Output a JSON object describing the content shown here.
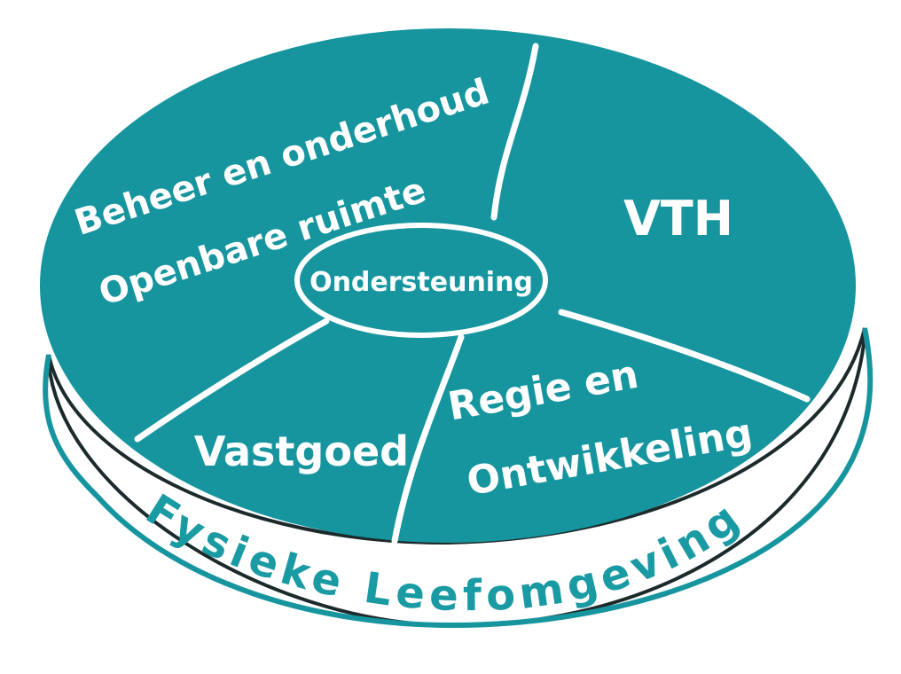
{
  "colors": {
    "teal": "#17959F",
    "white": "#ffffff",
    "outline": "#1c2a2b"
  },
  "diagram": {
    "center_label": "Ondersteuning",
    "segments": [
      {
        "lines": [
          "Beheer en onderhoud",
          "Openbare ruimte"
        ]
      },
      {
        "lines": [
          "VTH"
        ]
      },
      {
        "lines": [
          "Regie en",
          "Ontwikkeling"
        ]
      },
      {
        "lines": [
          "Vastgoed"
        ]
      }
    ],
    "rim_label": "Fysieke Leefomgeving"
  }
}
